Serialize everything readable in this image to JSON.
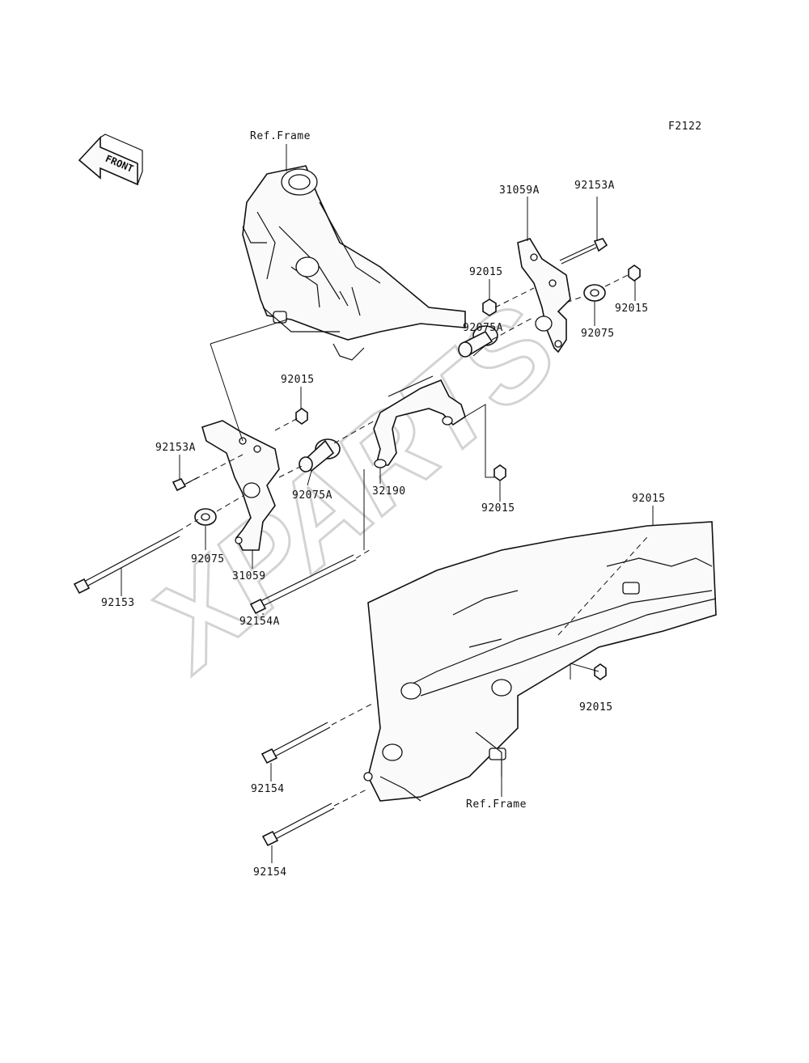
{
  "figure_code": "F2122",
  "front_label": "FRONT",
  "watermark": "XPARTS",
  "ref_labels": {
    "top_frame": "Ref.Frame",
    "bottom_frame": "Ref.Frame"
  },
  "part_labels": {
    "p31059A": "31059A",
    "p92153A_top": "92153A",
    "p92015_upper_center": "92015",
    "p92015_right": "92015",
    "p92075_right": "92075",
    "p92075A_top": "92075A",
    "p92015_mid_left": "92015",
    "p92153A_left": "92153A",
    "p92075A_left": "92075A",
    "p32190": "32190",
    "p92015_center": "92015",
    "p92075_left": "92075",
    "p31059": "31059",
    "p92153": "92153",
    "p92015_far_right": "92015",
    "p92154A": "92154A",
    "p92015_lower_right": "92015",
    "p92154_upper": "92154",
    "p92154_lower": "92154"
  }
}
